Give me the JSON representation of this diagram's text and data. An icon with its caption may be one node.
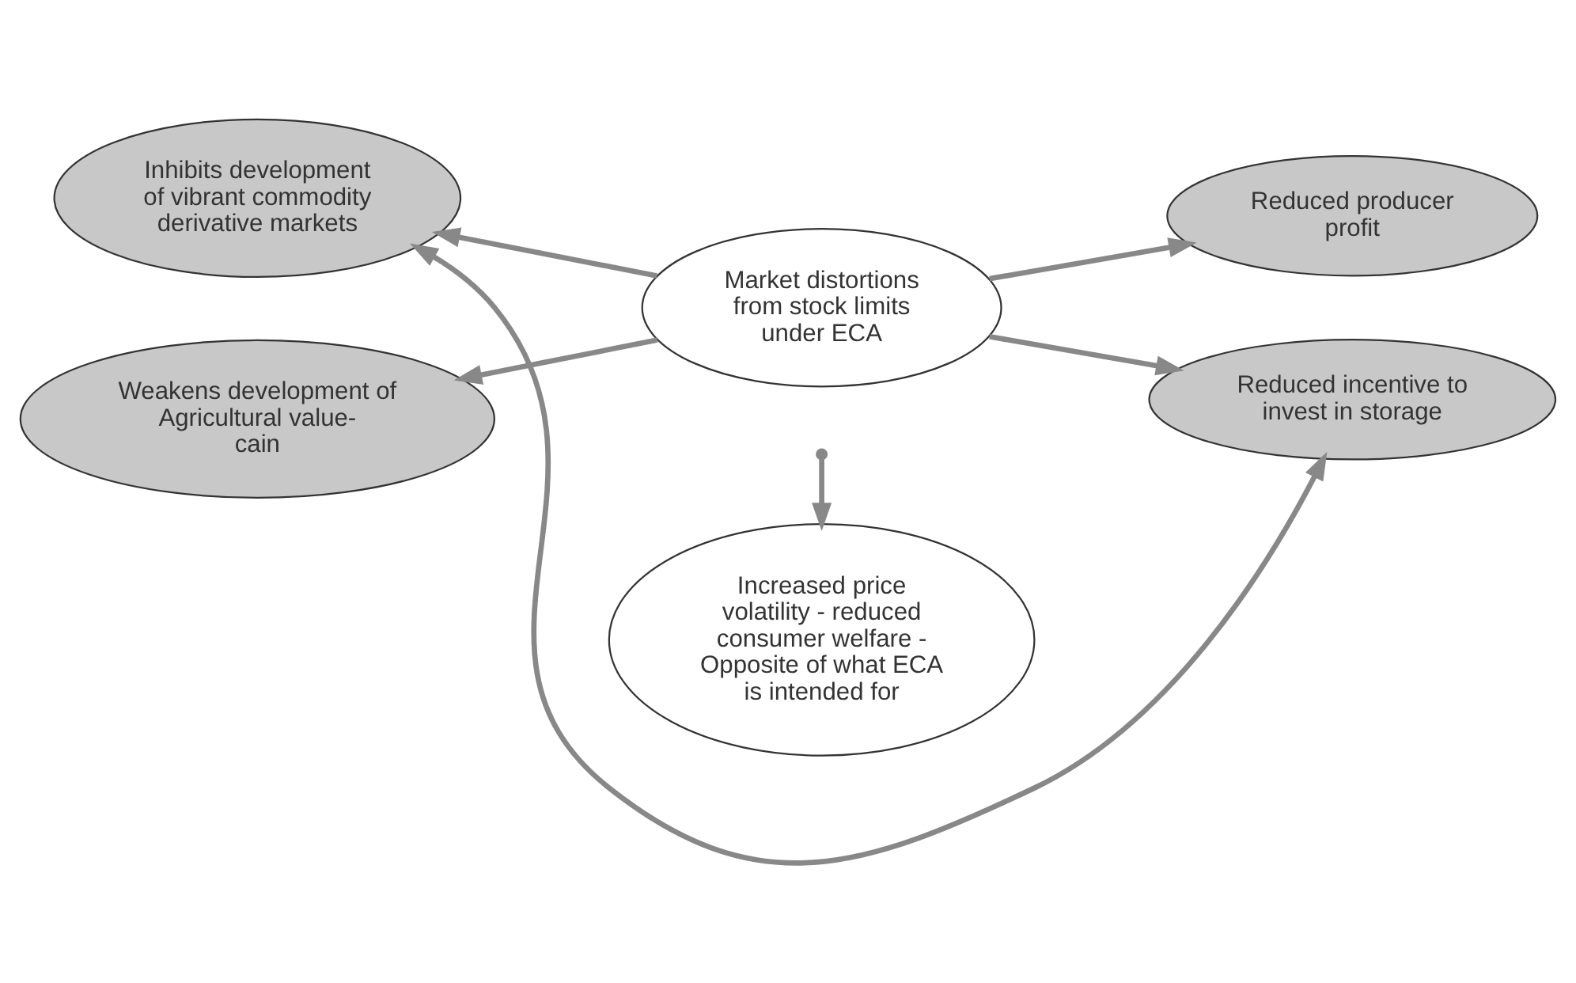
{
  "diagram": {
    "nodes": [
      {
        "text": [
          "Market distortions from stock limits under ECA"
        ]
      },
      {
        "text": [
          "Weakens development of Agricultural value-cain"
        ]
      },
      {
        "text": [
          "Reduced producer profit"
        ]
      },
      {
        "text": [
          "Inhibits development of vibrant commodity derivative markets"
        ]
      },
      {
        "text": [
          "Reduced incentive to invest in storage"
        ]
      },
      {
        "text": [
          "Increased price volatility - reduced consumer welfare - Opposite of what ECA is intended for"
        ]
      }
    ],
    "edges": [
      {
        "from": 0,
        "to": 1,
        "arrow": "to"
      },
      {
        "from": 0,
        "to": 2,
        "arrow": "to"
      },
      {
        "from": 0,
        "to": 3,
        "arrow": "to"
      },
      {
        "from": 0,
        "to": 4,
        "arrow": "to"
      },
      {
        "from": 3,
        "to": 4,
        "arrow": "both"
      },
      {
        "from": null,
        "to": 5,
        "arrow": "to"
      }
    ]
  }
}
